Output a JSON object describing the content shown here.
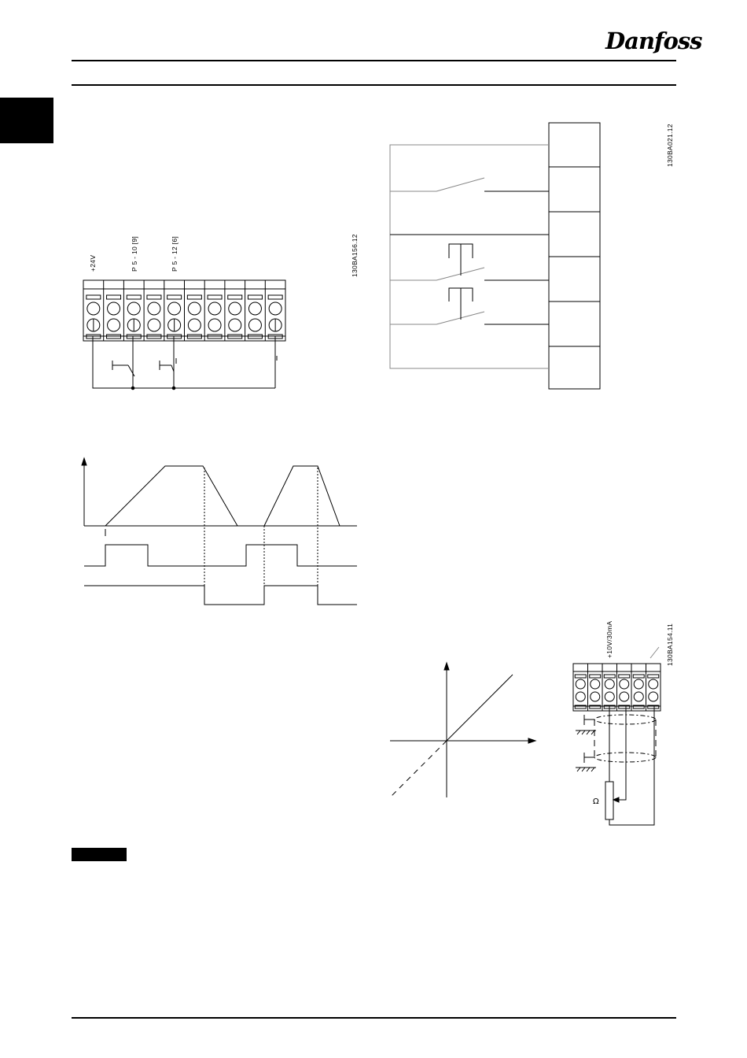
{
  "header": {
    "brand": "Danfoss"
  },
  "fig_terminals": {
    "labels": [
      "+24V",
      "P 5 - 10 [9]",
      "P 5 - 12 [6]"
    ],
    "code": "130BA156.12"
  },
  "fig_relay": {
    "code": "130BA021.12"
  },
  "fig_pot": {
    "supply_label": "+10V/30mA",
    "code": "130BA154.11",
    "resistor_symbol": "Ω"
  },
  "colors": {
    "ink": "#000000",
    "grey_line": "#888888"
  }
}
